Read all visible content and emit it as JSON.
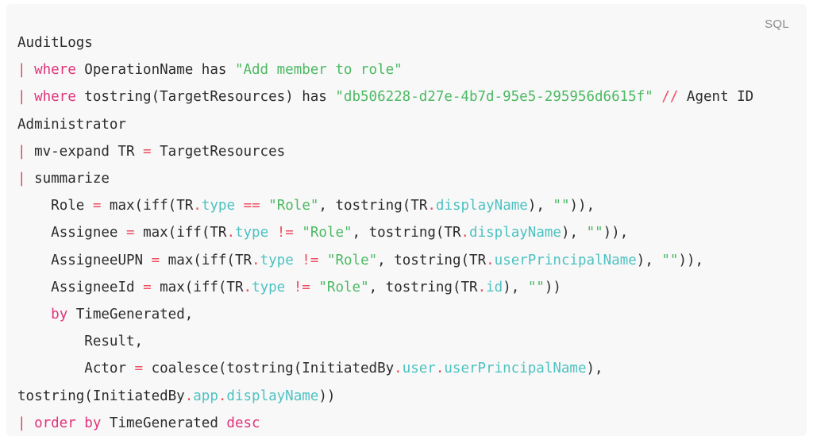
{
  "code_block": {
    "language_label": "SQL",
    "language_name": "sql-label",
    "colors": {
      "background": "#f8f8f8",
      "page_background": "#ffffff",
      "default_text": "#2b2b2b",
      "pipe": "#e0415a",
      "keyword": "#e0337a",
      "string": "#4cb963",
      "comment": "#ef4b5c",
      "operator": "#ef4b5c",
      "property": "#4ec1c1",
      "language_label": "#8a8a8a"
    },
    "plain_text": "AuditLogs\n| where OperationName has \"Add member to role\"\n| where tostring(TargetResources) has \"db506228-d27e-4b7d-95e5-295956d6615f\" // Agent ID Administrator\n| mv-expand TR = TargetResources\n| summarize\n    Role = max(iff(TR.type == \"Role\", tostring(TR.displayName), \"\")),\n    Assignee = max(iff(TR.type != \"Role\", tostring(TR.displayName), \"\")),\n    AssigneeUPN = max(iff(TR.type != \"Role\", tostring(TR.userPrincipalName), \"\")),\n    AssigneeId = max(iff(TR.type != \"Role\", tostring(TR.id), \"\"))\n    by TimeGenerated,\n        Result,\n        Actor = coalesce(tostring(InitiatedBy.user.userPrincipalName), tostring(InitiatedBy.app.displayName))\n| order by TimeGenerated desc",
    "lines": [
      {
        "id": "line-1",
        "tokens": [
          {
            "t": "AuditLogs",
            "c": "plain"
          }
        ]
      },
      {
        "id": "line-2",
        "tokens": [
          {
            "t": "| ",
            "c": "pipe"
          },
          {
            "t": "where",
            "c": "kw"
          },
          {
            "t": " OperationName has ",
            "c": "plain"
          },
          {
            "t": "\"Add member to role\"",
            "c": "str"
          }
        ]
      },
      {
        "id": "line-3",
        "tokens": [
          {
            "t": "| ",
            "c": "pipe"
          },
          {
            "t": "where",
            "c": "kw"
          },
          {
            "t": " tostring(TargetResources) has ",
            "c": "plain"
          },
          {
            "t": "\"db506228-d27e-4b7d-95e5-295956d6615f\"",
            "c": "str"
          },
          {
            "t": " ",
            "c": "plain"
          },
          {
            "t": "//",
            "c": "comment"
          },
          {
            "t": " Agent ID Administrator",
            "c": "plain"
          }
        ]
      },
      {
        "id": "line-4",
        "tokens": [
          {
            "t": "| ",
            "c": "pipe"
          },
          {
            "t": "mv-expand TR ",
            "c": "plain"
          },
          {
            "t": "=",
            "c": "op"
          },
          {
            "t": " TargetResources",
            "c": "plain"
          }
        ]
      },
      {
        "id": "line-5",
        "tokens": [
          {
            "t": "| ",
            "c": "pipe"
          },
          {
            "t": "summarize",
            "c": "plain"
          }
        ]
      },
      {
        "id": "line-6",
        "tokens": [
          {
            "t": "    Role ",
            "c": "plain"
          },
          {
            "t": "=",
            "c": "op"
          },
          {
            "t": " max(iff(TR",
            "c": "plain"
          },
          {
            "t": ".",
            "c": "op"
          },
          {
            "t": "type",
            "c": "prop"
          },
          {
            "t": " ",
            "c": "plain"
          },
          {
            "t": "==",
            "c": "op"
          },
          {
            "t": " ",
            "c": "plain"
          },
          {
            "t": "\"Role\"",
            "c": "str"
          },
          {
            "t": ", tostring(TR",
            "c": "plain"
          },
          {
            "t": ".",
            "c": "op"
          },
          {
            "t": "displayName",
            "c": "prop"
          },
          {
            "t": "), ",
            "c": "plain"
          },
          {
            "t": "\"\"",
            "c": "str"
          },
          {
            "t": ")),",
            "c": "plain"
          }
        ]
      },
      {
        "id": "line-7",
        "tokens": [
          {
            "t": "    Assignee ",
            "c": "plain"
          },
          {
            "t": "=",
            "c": "op"
          },
          {
            "t": " max(iff(TR",
            "c": "plain"
          },
          {
            "t": ".",
            "c": "op"
          },
          {
            "t": "type",
            "c": "prop"
          },
          {
            "t": " ",
            "c": "plain"
          },
          {
            "t": "!=",
            "c": "op"
          },
          {
            "t": " ",
            "c": "plain"
          },
          {
            "t": "\"Role\"",
            "c": "str"
          },
          {
            "t": ", tostring(TR",
            "c": "plain"
          },
          {
            "t": ".",
            "c": "op"
          },
          {
            "t": "displayName",
            "c": "prop"
          },
          {
            "t": "), ",
            "c": "plain"
          },
          {
            "t": "\"\"",
            "c": "str"
          },
          {
            "t": ")),",
            "c": "plain"
          }
        ]
      },
      {
        "id": "line-8",
        "tokens": [
          {
            "t": "    AssigneeUPN ",
            "c": "plain"
          },
          {
            "t": "=",
            "c": "op"
          },
          {
            "t": " max(iff(TR",
            "c": "plain"
          },
          {
            "t": ".",
            "c": "op"
          },
          {
            "t": "type",
            "c": "prop"
          },
          {
            "t": " ",
            "c": "plain"
          },
          {
            "t": "!=",
            "c": "op"
          },
          {
            "t": " ",
            "c": "plain"
          },
          {
            "t": "\"Role\"",
            "c": "str"
          },
          {
            "t": ", tostring(TR",
            "c": "plain"
          },
          {
            "t": ".",
            "c": "op"
          },
          {
            "t": "userPrincipalName",
            "c": "prop"
          },
          {
            "t": "), ",
            "c": "plain"
          },
          {
            "t": "\"\"",
            "c": "str"
          },
          {
            "t": ")),",
            "c": "plain"
          }
        ]
      },
      {
        "id": "line-9",
        "tokens": [
          {
            "t": "    AssigneeId ",
            "c": "plain"
          },
          {
            "t": "=",
            "c": "op"
          },
          {
            "t": " max(iff(TR",
            "c": "plain"
          },
          {
            "t": ".",
            "c": "op"
          },
          {
            "t": "type",
            "c": "prop"
          },
          {
            "t": " ",
            "c": "plain"
          },
          {
            "t": "!=",
            "c": "op"
          },
          {
            "t": " ",
            "c": "plain"
          },
          {
            "t": "\"Role\"",
            "c": "str"
          },
          {
            "t": ", tostring(TR",
            "c": "plain"
          },
          {
            "t": ".",
            "c": "op"
          },
          {
            "t": "id",
            "c": "prop"
          },
          {
            "t": "), ",
            "c": "plain"
          },
          {
            "t": "\"\"",
            "c": "str"
          },
          {
            "t": "))",
            "c": "plain"
          }
        ]
      },
      {
        "id": "line-10",
        "tokens": [
          {
            "t": "    ",
            "c": "plain"
          },
          {
            "t": "by",
            "c": "kw"
          },
          {
            "t": " TimeGenerated,",
            "c": "plain"
          }
        ]
      },
      {
        "id": "line-11",
        "tokens": [
          {
            "t": "        Result,",
            "c": "plain"
          }
        ]
      },
      {
        "id": "line-12",
        "tokens": [
          {
            "t": "        Actor ",
            "c": "plain"
          },
          {
            "t": "=",
            "c": "op"
          },
          {
            "t": " coalesce(tostring(InitiatedBy",
            "c": "plain"
          },
          {
            "t": ".",
            "c": "op"
          },
          {
            "t": "user",
            "c": "prop"
          },
          {
            "t": ".",
            "c": "op"
          },
          {
            "t": "userPrincipalName",
            "c": "prop"
          },
          {
            "t": "), tostring(InitiatedBy",
            "c": "plain"
          },
          {
            "t": ".",
            "c": "op"
          },
          {
            "t": "app",
            "c": "prop"
          },
          {
            "t": ".",
            "c": "op"
          },
          {
            "t": "displayName",
            "c": "prop"
          },
          {
            "t": "))",
            "c": "plain"
          }
        ]
      },
      {
        "id": "line-13",
        "tokens": [
          {
            "t": "| ",
            "c": "pipe"
          },
          {
            "t": "order by",
            "c": "kw"
          },
          {
            "t": " TimeGenerated ",
            "c": "plain"
          },
          {
            "t": "desc",
            "c": "kw"
          }
        ]
      }
    ]
  }
}
